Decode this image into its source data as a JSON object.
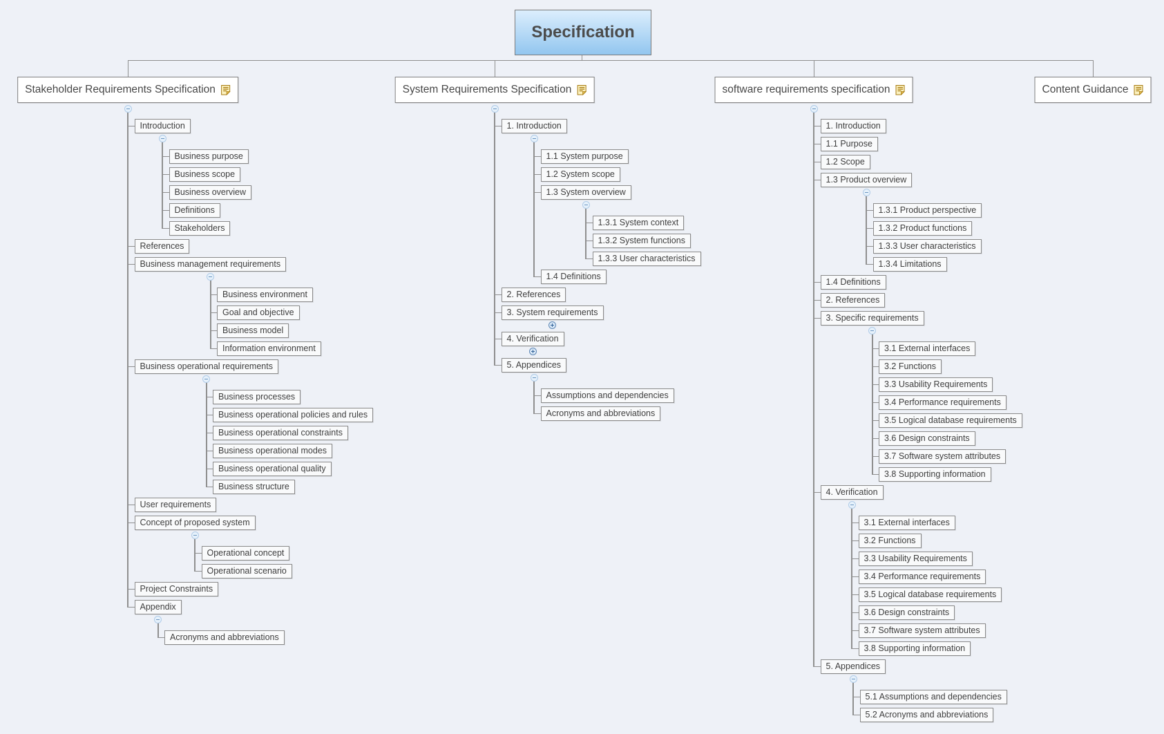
{
  "root": {
    "label": "Specification"
  },
  "branches": [
    {
      "label": "Stakeholder Requirements Specification",
      "note": true,
      "children": [
        {
          "label": "Introduction",
          "children": [
            {
              "label": "Business purpose"
            },
            {
              "label": "Business scope"
            },
            {
              "label": "Business overview"
            },
            {
              "label": "Definitions"
            },
            {
              "label": "Stakeholders"
            }
          ]
        },
        {
          "label": "References"
        },
        {
          "label": "Business management requirements",
          "children": [
            {
              "label": "Business environment"
            },
            {
              "label": "Goal and objective"
            },
            {
              "label": "Business model"
            },
            {
              "label": "Information environment"
            }
          ]
        },
        {
          "label": "Business operational requirements",
          "children": [
            {
              "label": "Business processes"
            },
            {
              "label": "Business operational policies and rules"
            },
            {
              "label": "Business operational constraints"
            },
            {
              "label": "Business operational modes"
            },
            {
              "label": "Business operational quality"
            },
            {
              "label": "Business structure"
            }
          ]
        },
        {
          "label": "User requirements"
        },
        {
          "label": "Concept of proposed system",
          "children": [
            {
              "label": "Operational concept"
            },
            {
              "label": "Operational scenario"
            }
          ]
        },
        {
          "label": "Project Constraints"
        },
        {
          "label": "Appendix",
          "children": [
            {
              "label": "Acronyms and abbreviations"
            }
          ]
        }
      ]
    },
    {
      "label": "System Requirements Specification",
      "note": true,
      "children": [
        {
          "label": "1. Introduction",
          "children": [
            {
              "label": "1.1 System purpose"
            },
            {
              "label": "1.2 System scope"
            },
            {
              "label": "1.3 System overview",
              "children": [
                {
                  "label": "1.3.1 System context"
                },
                {
                  "label": "1.3.2 System functions"
                },
                {
                  "label": "1.3.3 User characteristics"
                }
              ]
            },
            {
              "label": "1.4 Definitions"
            }
          ]
        },
        {
          "label": "2. References"
        },
        {
          "label": "3. System requirements",
          "collapsed": true
        },
        {
          "label": "4. Verification",
          "collapsed": true
        },
        {
          "label": "5. Appendices",
          "children": [
            {
              "label": "Assumptions and dependencies"
            },
            {
              "label": "Acronyms and abbreviations"
            }
          ]
        }
      ]
    },
    {
      "label": "software requirements specification",
      "note": true,
      "children": [
        {
          "label": "1. Introduction"
        },
        {
          "label": "1.1 Purpose"
        },
        {
          "label": "1.2 Scope"
        },
        {
          "label": "1.3 Product overview",
          "children": [
            {
              "label": "1.3.1 Product perspective"
            },
            {
              "label": "1.3.2 Product functions"
            },
            {
              "label": "1.3.3 User characteristics"
            },
            {
              "label": "1.3.4 Limitations"
            }
          ]
        },
        {
          "label": "1.4 Definitions"
        },
        {
          "label": "2. References"
        },
        {
          "label": "3. Specific requirements",
          "children": [
            {
              "label": "3.1 External interfaces"
            },
            {
              "label": "3.2 Functions"
            },
            {
              "label": "3.3 Usability Requirements"
            },
            {
              "label": "3.4 Performance requirements"
            },
            {
              "label": "3.5 Logical database requirements"
            },
            {
              "label": "3.6 Design constraints"
            },
            {
              "label": "3.7 Software system attributes"
            },
            {
              "label": "3.8 Supporting information"
            }
          ]
        },
        {
          "label": "4. Verification",
          "children": [
            {
              "label": "3.1 External interfaces"
            },
            {
              "label": "3.2 Functions"
            },
            {
              "label": "3.3 Usability Requirements"
            },
            {
              "label": "3.4 Performance requirements"
            },
            {
              "label": "3.5 Logical database requirements"
            },
            {
              "label": "3.6 Design constraints"
            },
            {
              "label": "3.7 Software system attributes"
            },
            {
              "label": "3.8 Supporting information"
            }
          ]
        },
        {
          "label": "5. Appendices",
          "children": [
            {
              "label": "5.1 Assumptions and dependencies"
            },
            {
              "label": "5.2 Acronyms and abbreviations"
            }
          ]
        }
      ]
    },
    {
      "label": "Content Guidance",
      "note": true,
      "children": []
    }
  ],
  "colors": {
    "background": "#eef1f7",
    "node_fill": "#f9fafb",
    "node_border": "#8a8a8a",
    "node_text": "#3e3e3e",
    "title_fill": "#ffffff",
    "root_gradient_top": "#dceefd",
    "root_gradient_bottom": "#92c6ef",
    "connector": "#8f8f8f",
    "collapse_circle_fill": "#e6f1fb",
    "collapse_circle_border": "#b0cce8",
    "collapse_glyph": "#6b96c1",
    "expand_circle_fill": "#d9e8f7",
    "expand_circle_border": "#5f87b5",
    "expand_glyph": "#2f5f96",
    "note_icon_fill": "#fcf2c0",
    "note_icon_outline": "#a6790f",
    "note_icon_fold": "#e3be4d"
  }
}
